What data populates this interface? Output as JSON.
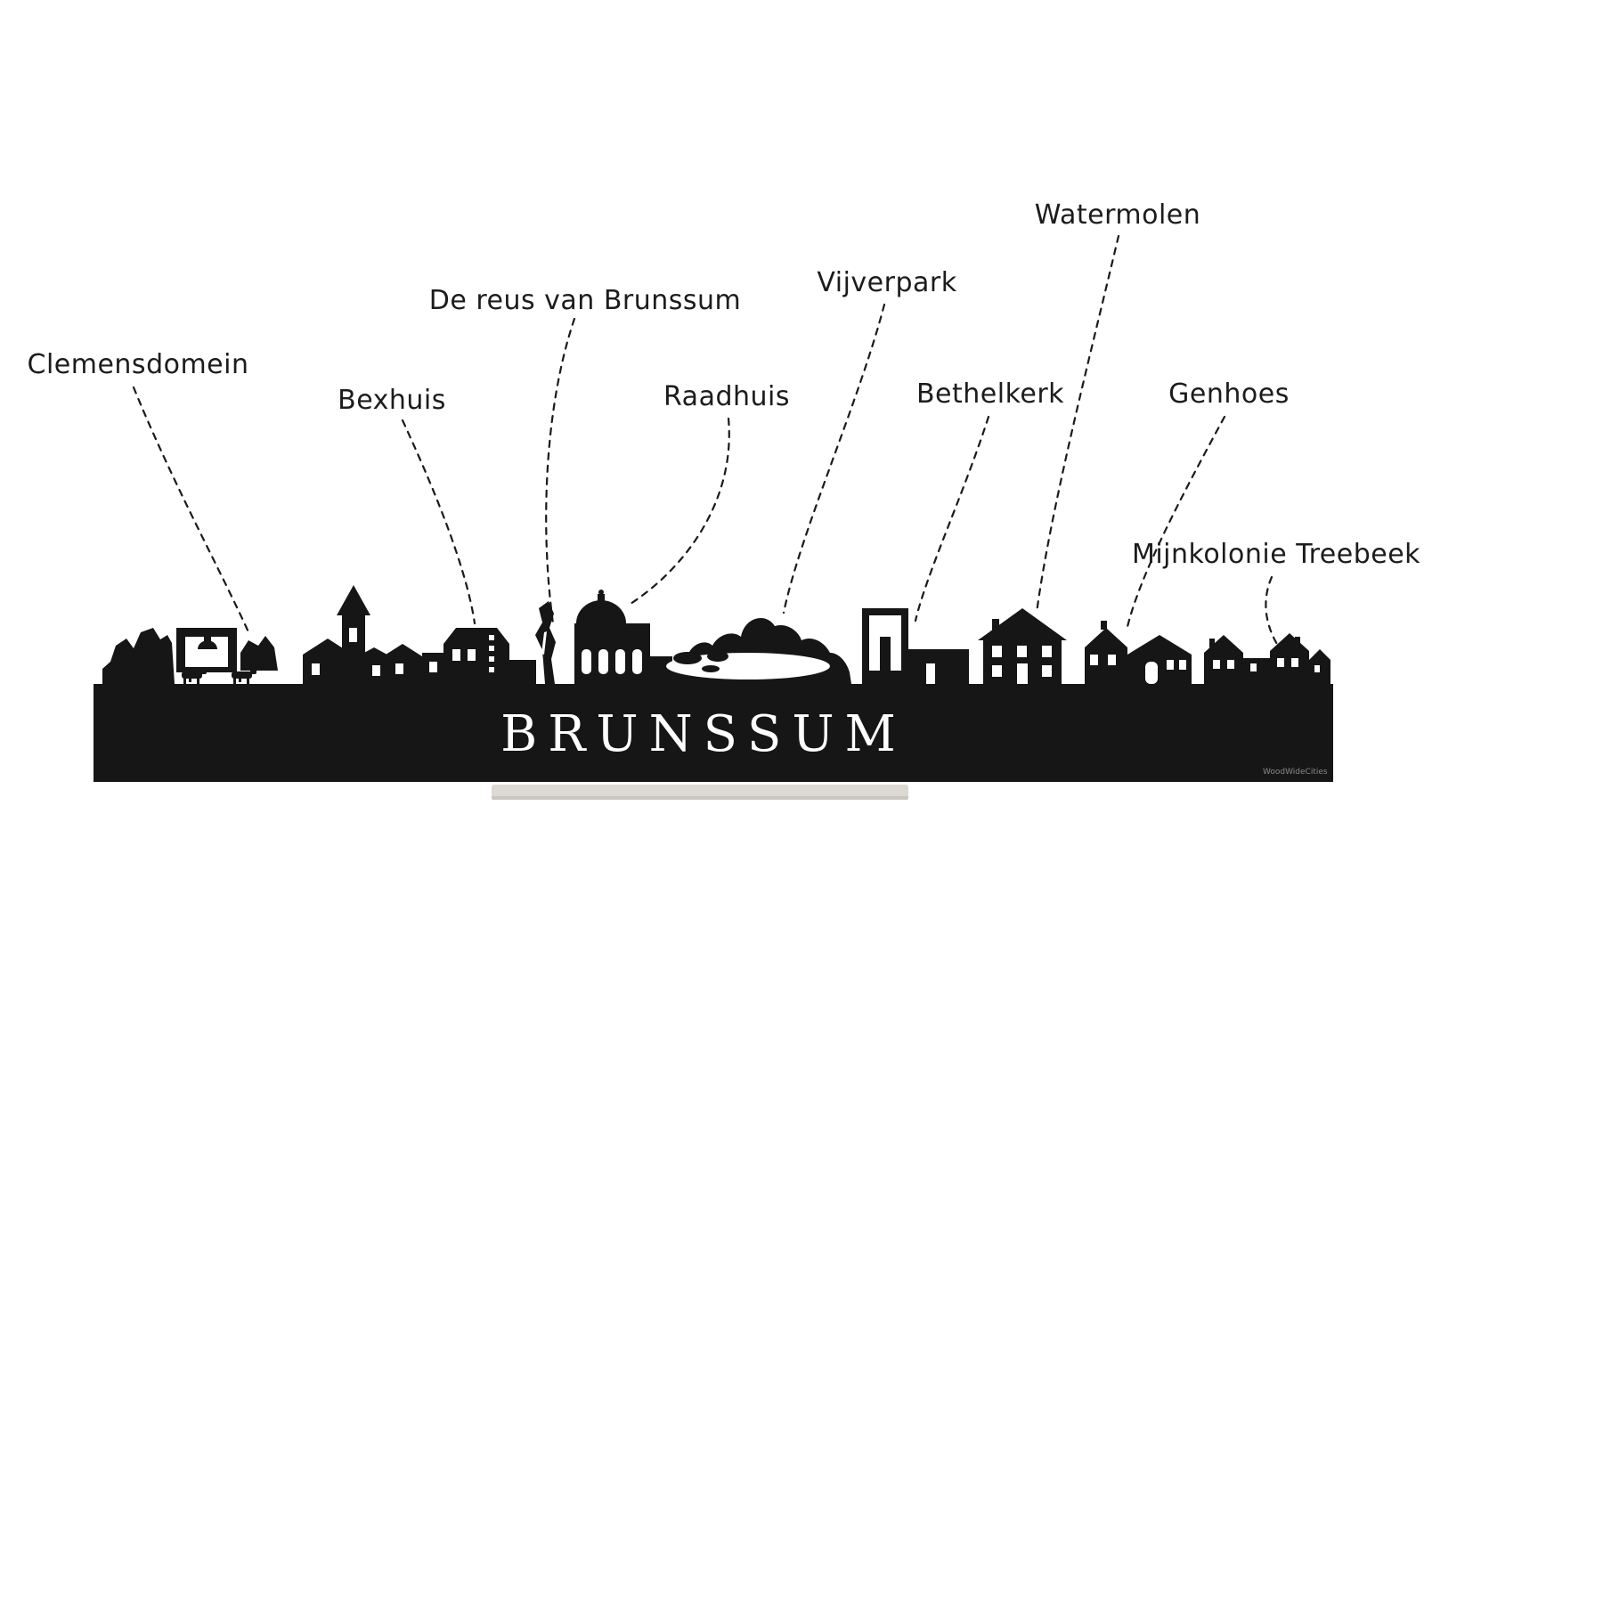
{
  "title": "BRUNSSUM",
  "watermark": "WoodWideCities",
  "labels": {
    "clemensdomein": "Clemensdomein",
    "bexhuis": "Bexhuis",
    "de_reus": "De reus van Brunssum",
    "raadhuis": "Raadhuis",
    "vijverpark": "Vijverpark",
    "bethelkerk": "Bethelkerk",
    "watermolen": "Watermolen",
    "genhoes": "Genhoes",
    "mijnkolonie": "Mijnkolonie Treebeek"
  },
  "colors": {
    "silhouette": "#161616",
    "background": "#ffffff",
    "stand": "#dcd8d2",
    "label_text": "#1c1c1c"
  }
}
